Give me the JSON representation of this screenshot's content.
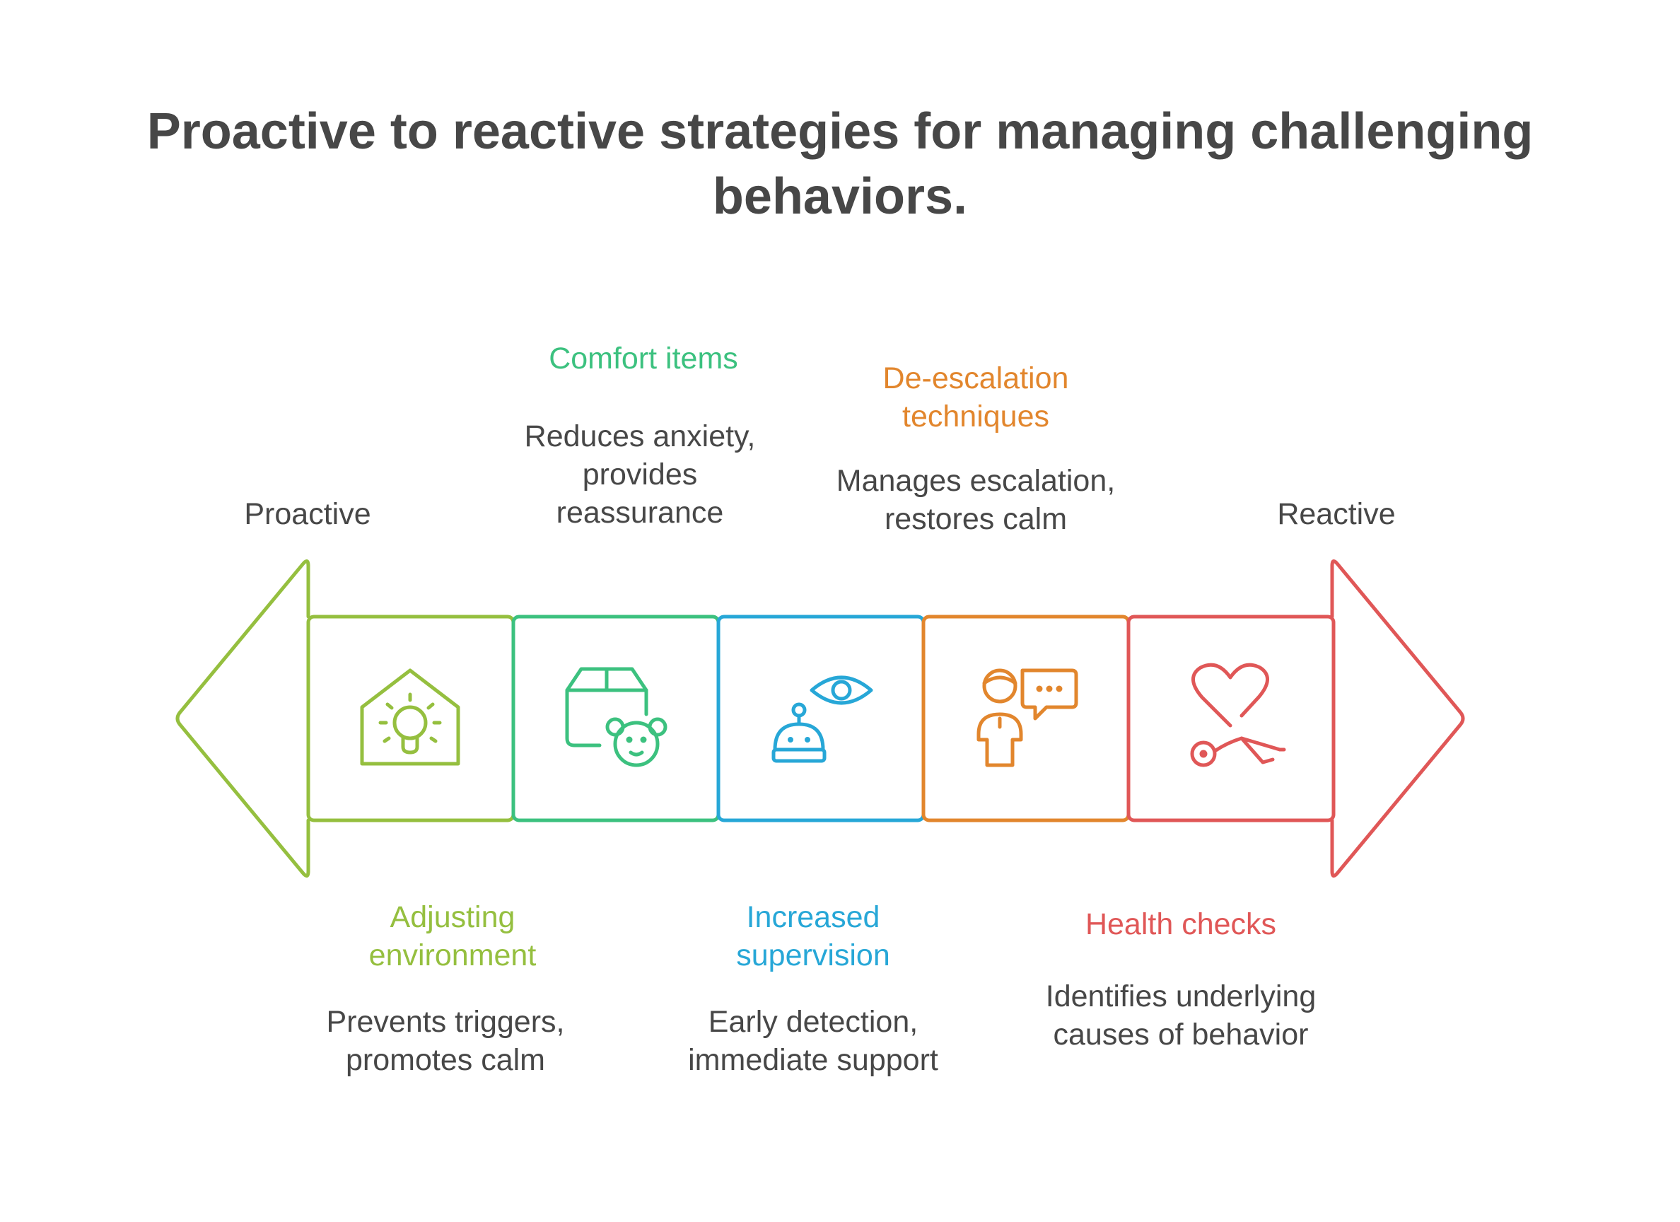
{
  "title": {
    "line1": "Proactive to reactive strategies for managing challenging",
    "line2": "behaviors."
  },
  "ends": {
    "left": "Proactive",
    "right": "Reactive"
  },
  "steps": [
    {
      "heading": [
        "Adjusting",
        "environment"
      ],
      "description": [
        "Prevents triggers,",
        "promotes calm"
      ],
      "color": "#95bf3f",
      "icon": "house-lightbulb-icon"
    },
    {
      "heading": [
        "Comfort items"
      ],
      "description": [
        "Reduces anxiety,",
        "provides",
        "reassurance"
      ],
      "color": "#3cc17f",
      "icon": "box-teddy-bear-icon"
    },
    {
      "heading": [
        "Increased",
        "supervision"
      ],
      "description": [
        "Early detection,",
        "immediate support"
      ],
      "color": "#27a7d7",
      "icon": "robot-eye-icon"
    },
    {
      "heading": [
        "De-escalation",
        "techniques"
      ],
      "description": [
        "Manages escalation,",
        "restores calm"
      ],
      "color": "#e2862d",
      "icon": "person-speech-icon"
    },
    {
      "heading": [
        "Health checks"
      ],
      "description": [
        "Identifies underlying",
        "causes of behavior"
      ],
      "color": "#e05757",
      "icon": "heart-stethoscope-icon"
    }
  ]
}
